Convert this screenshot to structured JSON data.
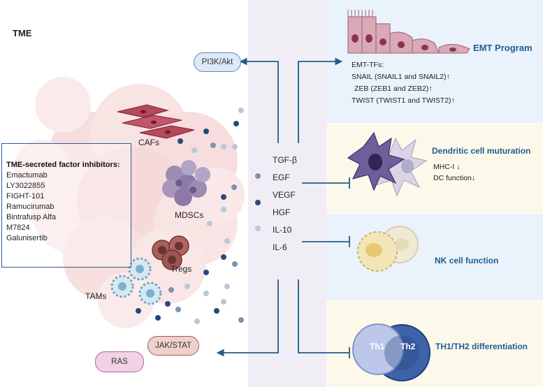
{
  "tme_label": "TME",
  "inhibitors": {
    "title": "TME-secreted factor inhibitors:",
    "items": [
      "Emactumab",
      "LY3022855",
      "FIGHT-101",
      "Ramucirumab",
      "Bintrafusp Alfa",
      "M7824",
      "Galunisertib"
    ]
  },
  "cells": {
    "cafs": "CAFs",
    "mdscs": "MDSCs",
    "tregs": "Tregs",
    "tams": "TAMs"
  },
  "factors": [
    "TGF-β",
    "EGF",
    "VEGF",
    "HGF",
    "IL-10",
    "IL-6"
  ],
  "pathways": {
    "pi3k": "PI3K/Akt",
    "jak": "JAK/STAT",
    "ras": "RAS"
  },
  "emt": {
    "title": "EMT Program",
    "lines": [
      "EMT-TFs:",
      "SNAIL (SNAIL1 and SNAIL2)↑",
      "ZEB (ZEB1 and ZEB2)↑",
      "TWIST (TWIST1 and TWIST2)↑"
    ]
  },
  "dc": {
    "title": "Dendritic cell muturation",
    "lines": [
      "MHC-I ↓",
      "DC function↓"
    ]
  },
  "nk": {
    "title": "NK cell function"
  },
  "th": {
    "title": "TH1/TH2 differentiation",
    "th1": "Th1",
    "th2": "Th2"
  },
  "colors": {
    "arrow": "#1f5d8c",
    "title_blue": "#1d5c96",
    "center_band": "#f1edf5",
    "panel_blue": "#eaf2fb",
    "panel_cream": "#fdf9ea",
    "tumor": "#f3c9c9"
  }
}
